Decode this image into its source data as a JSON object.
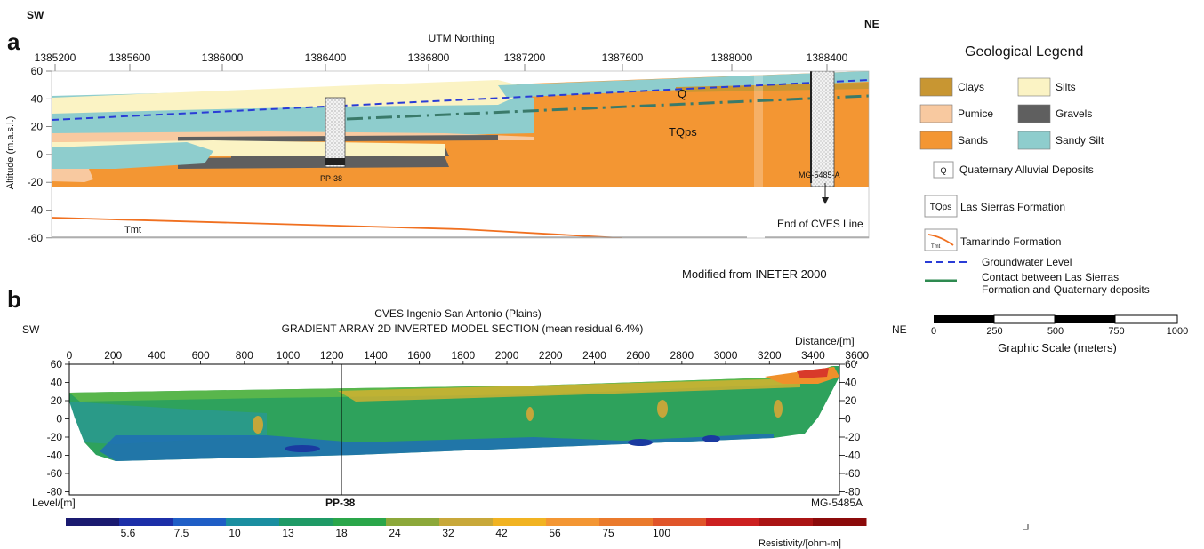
{
  "panel_a": {
    "label": "a",
    "sw": "SW",
    "ne": "NE",
    "x_axis_title": "UTM Northing",
    "x_ticks": [
      "1385200",
      "1385600",
      "1386000",
      "1386400",
      "1386800",
      "1387200",
      "1387600",
      "1388000",
      "1388400"
    ],
    "y_axis_title": "Altitude (m.a.s.l.)",
    "y_ticks": [
      "60",
      "40",
      "20",
      "0",
      "-20",
      "-40",
      "-60"
    ],
    "label_q": "Q",
    "label_tqps": "TQps",
    "label_tmt": "Tmt",
    "well_left": "PP-38",
    "well_right": "MG-5485-A",
    "end_line": "End of CVES Line",
    "credit": "Modified from INETER 2000"
  },
  "legend": {
    "title": "Geological Legend",
    "items": [
      {
        "label": "Clays",
        "color": "#c89632"
      },
      {
        "label": "Silts",
        "color": "#fbf3c4"
      },
      {
        "label": "Pumice",
        "color": "#f8c9a0"
      },
      {
        "label": "Gravels",
        "color": "#5f5f5f"
      },
      {
        "label": "Sands",
        "color": "#f39633"
      },
      {
        "label": "Sandy Silt",
        "color": "#8ecdcd"
      }
    ],
    "q_symbol": "Q",
    "q_label": "Quaternary Alluvial Deposits",
    "tqps_symbol": "TQps",
    "tqps_label": "Las Sierras Formation",
    "tmt_symbol": "Tmt",
    "tmt_label": "Tamarindo Formation",
    "gw_label": "Groundwater Level",
    "contact_label_1": "Contact between Las Sierras",
    "contact_label_2": "Formation and Quaternary deposits"
  },
  "scale": {
    "ticks": [
      "0",
      "250",
      "500",
      "750",
      "1000"
    ],
    "title": "Graphic Scale (meters)"
  },
  "panel_b": {
    "label": "b",
    "sw": "SW",
    "ne": "NE",
    "title_1": "CVES Ingenio San Antonio (Plains)",
    "title_2": "GRADIENT ARRAY 2D INVERTED MODEL SECTION (mean residual 6.4%)",
    "x_axis_title": "Distance/[m]",
    "x_ticks": [
      "0",
      "200",
      "400",
      "600",
      "800",
      "1000",
      "1200",
      "1400",
      "1600",
      "1800",
      "2000",
      "2200",
      "2400",
      "2600",
      "2800",
      "3000",
      "3200",
      "3400",
      "3600"
    ],
    "y_ticks": [
      "60",
      "40",
      "20",
      "0",
      "-20",
      "-40",
      "-60",
      "-80"
    ],
    "y_axis_title": "Level/[m]",
    "well_left": "PP-38",
    "well_right": "MG-5485A",
    "colorbar_ticks": [
      "5.6",
      "7.5",
      "10",
      "13",
      "18",
      "24",
      "32",
      "42",
      "56",
      "75",
      "100"
    ],
    "colorbar_title": "Resistivity/[ohm-m]",
    "colorbar_colors": [
      "#1a1a70",
      "#1c2fa8",
      "#1f5ec6",
      "#1a8ea0",
      "#1f9a66",
      "#2aa64a",
      "#8ca83a",
      "#c8a83a",
      "#f1b322",
      "#f39633",
      "#ea7a2c",
      "#e0552a",
      "#cc2020",
      "#aa1414",
      "#8b0a0a"
    ]
  }
}
